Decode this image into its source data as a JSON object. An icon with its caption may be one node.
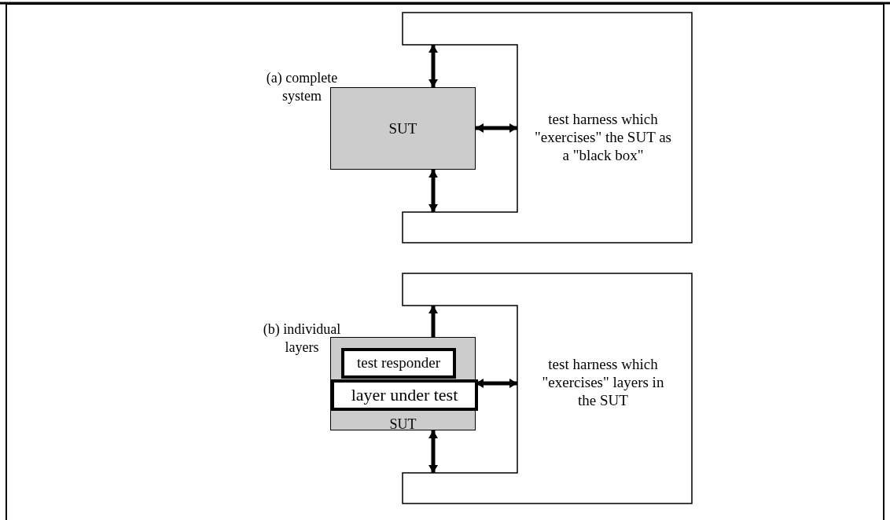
{
  "diagram": {
    "nodes": [
      {
        "text": [
          "test harness which \"exercises\" the SUT as a \"black box\""
        ]
      },
      {
        "text": [
          "SUT"
        ]
      },
      {
        "text": [
          "test harness which \"exercises\" layers in the SUT"
        ]
      },
      {
        "text": [
          "SUT"
        ]
      },
      {
        "text": [
          "test responder"
        ],
        "in": 3
      },
      {
        "text": [
          "layer under test"
        ],
        "in": 3
      }
    ],
    "edges": [
      {
        "from": 1,
        "to": 0,
        "arrow": "both"
      },
      {
        "from": 1,
        "to": 0,
        "arrow": "both"
      },
      {
        "from": 1,
        "to": 0,
        "arrow": "both"
      },
      {
        "from": 4,
        "to": 2,
        "arrow": "both"
      },
      {
        "from": 3,
        "to": 2,
        "arrow": "both"
      },
      {
        "from": 3,
        "to": 2,
        "arrow": "both"
      }
    ],
    "labels": [
      "(a) complete system",
      "(b) individual layers"
    ]
  }
}
